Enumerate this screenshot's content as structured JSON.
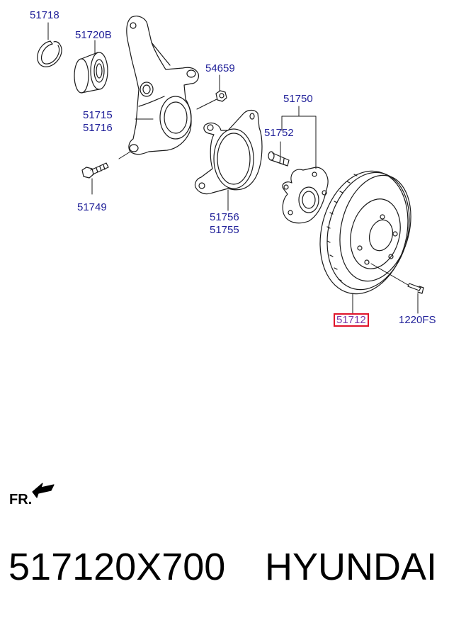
{
  "callouts": {
    "c51718": "51718",
    "c51720b": "51720B",
    "c54659": "54659",
    "c51750": "51750",
    "c51715": "51715",
    "c51716": "51716",
    "c51752": "51752",
    "c51749": "51749",
    "c51756": "51756",
    "c51755": "51755",
    "c51712": "51712",
    "c1220fs": "1220FS"
  },
  "highlighted_callout": "51712",
  "direction_label": "FR.",
  "caption": {
    "part_number": "517120X700",
    "brand": "HYUNDAI"
  },
  "colors": {
    "callout_text": "#22229a",
    "highlight_border": "#e0142a",
    "line_art": "#1a1a1a"
  }
}
